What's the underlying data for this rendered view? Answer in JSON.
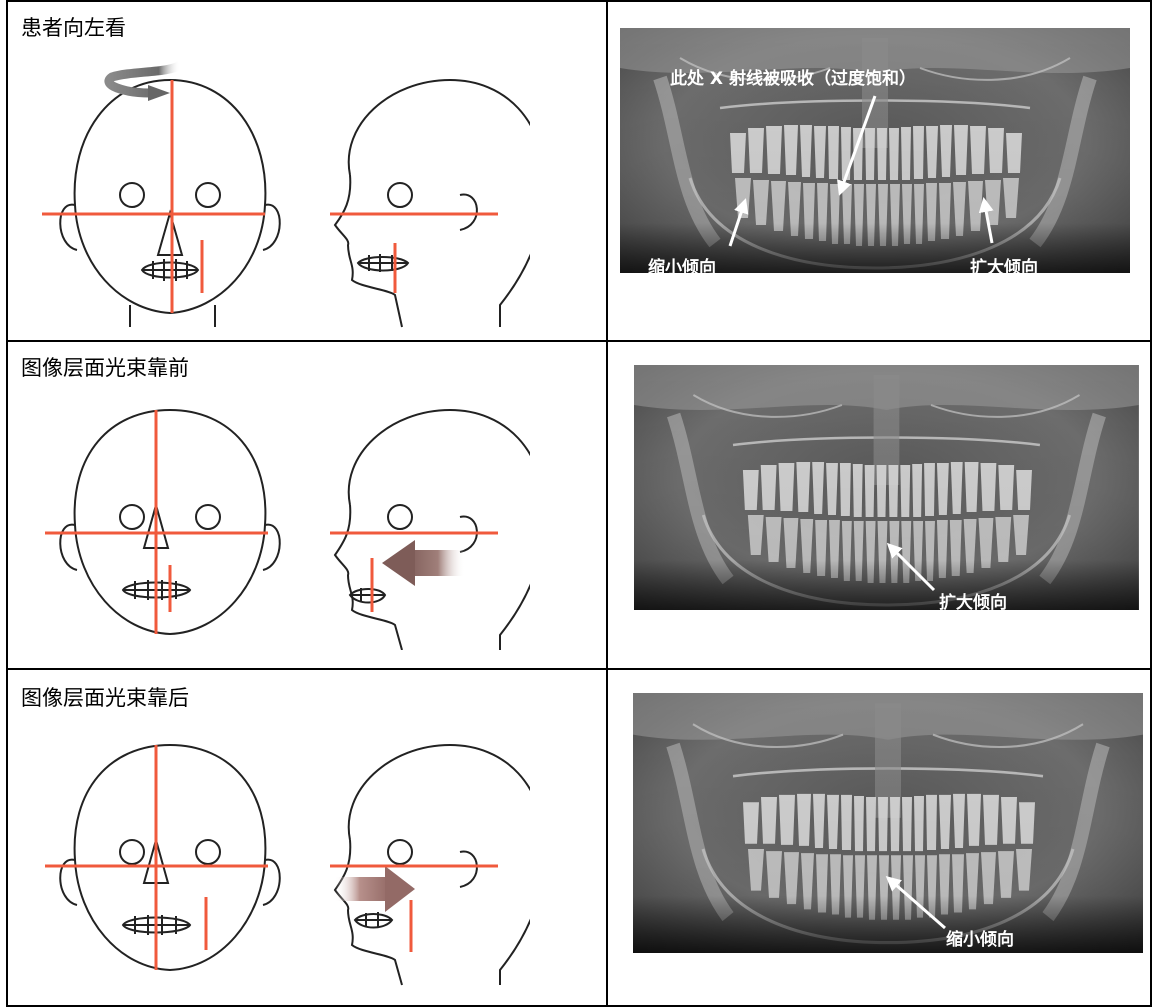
{
  "rows": [
    {
      "title": "患者向左看",
      "xray_labels": {
        "top": "此处 X 射线被吸收（过度饱和）",
        "left": "缩小倾向",
        "right": "扩大倾向"
      }
    },
    {
      "title": "图像层面光束靠前",
      "xray_labels": {
        "main": "扩大倾向"
      }
    },
    {
      "title": "图像层面光束靠后",
      "xray_labels": {
        "main": "缩小倾向"
      }
    }
  ],
  "colors": {
    "guide_line": "#f05a3c",
    "outline": "#222222",
    "rotation_arrow": "#7a7a7a",
    "push_arrow_front": "#8a6a66",
    "push_arrow_back": "#9a6b66"
  },
  "icons": [
    "rotation-arrow-icon",
    "push-arrow-icon"
  ]
}
